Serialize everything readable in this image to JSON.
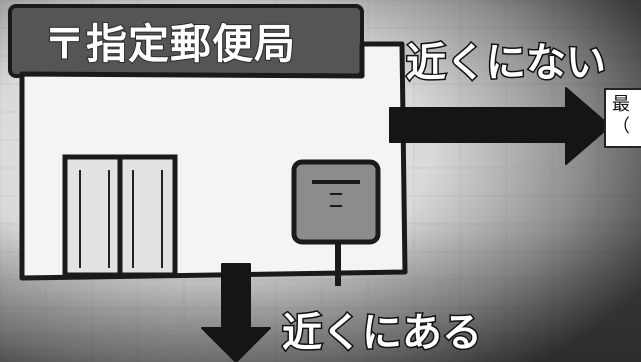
{
  "sign": {
    "text": "〒指定郵便局"
  },
  "labels": {
    "not_near": "近くにない",
    "near": "近くにある"
  },
  "nearest_box": {
    "line1": "最",
    "line2": "（"
  },
  "colors": {
    "background_light": "#e6e6e6",
    "background_dark": "#3a3a3a",
    "sign_fill": "#545454",
    "outline": "#1a1a1a",
    "arrow": "#151515",
    "door_glass": "#d8d8d8",
    "mailbox": "#8a8a8a"
  },
  "icons": {
    "post_office": "post-office-building-icon",
    "mailbox": "mailbox-icon",
    "right_arrow": "right-arrow-icon",
    "down_arrow": "down-arrow-icon"
  }
}
